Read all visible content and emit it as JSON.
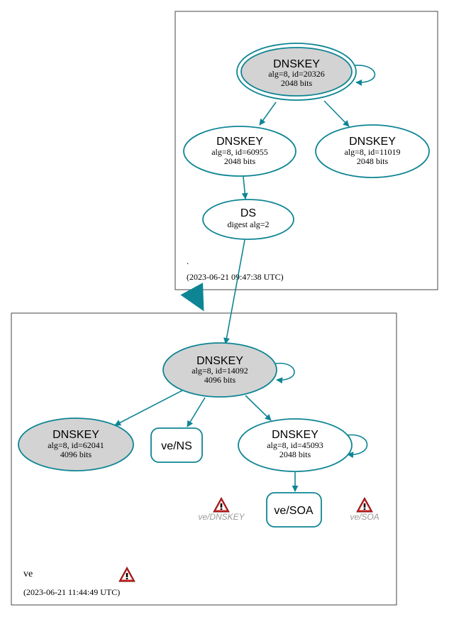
{
  "colors": {
    "edge": "#0e8594",
    "node_fill_grey": "#d3d3d3",
    "node_fill_white": "#ffffff",
    "zone_border": "#444444",
    "warn_red": "#cc2222",
    "warn_label": "#9a9a9a"
  },
  "root_zone": {
    "name": ".",
    "timestamp": "(2023-06-21 09:47:38 UTC)",
    "ksk": {
      "title": "DNSKEY",
      "line1": "alg=8, id=20326",
      "line2": "2048 bits"
    },
    "zsk1": {
      "title": "DNSKEY",
      "line1": "alg=8, id=60955",
      "line2": "2048 bits"
    },
    "zsk2": {
      "title": "DNSKEY",
      "line1": "alg=8, id=11019",
      "line2": "2048 bits"
    },
    "ds": {
      "title": "DS",
      "line1": "digest alg=2"
    }
  },
  "ve_zone": {
    "name": "ve",
    "timestamp": "(2023-06-21 11:44:49 UTC)",
    "ksk": {
      "title": "DNSKEY",
      "line1": "alg=8, id=14092",
      "line2": "4096 bits"
    },
    "key62041": {
      "title": "DNSKEY",
      "line1": "alg=8, id=62041",
      "line2": "4096 bits"
    },
    "key45093": {
      "title": "DNSKEY",
      "line1": "alg=8, id=45093",
      "line2": "2048 bits"
    },
    "ns": {
      "label": "ve/NS"
    },
    "soa": {
      "label": "ve/SOA"
    },
    "warn_dnskey": {
      "label": "ve/DNSKEY",
      "icon": "warning-icon"
    },
    "warn_soa": {
      "label": "ve/SOA",
      "icon": "warning-icon"
    },
    "zone_warning": {
      "icon": "warning-icon"
    }
  }
}
